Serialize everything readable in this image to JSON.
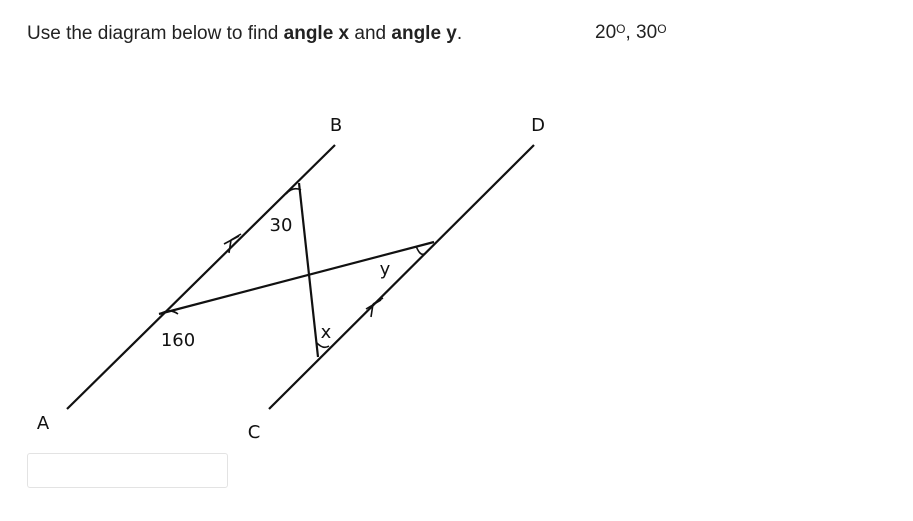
{
  "question": {
    "prefix": "Use the diagram below to find ",
    "angle_x": "angle x",
    "middle": " and ",
    "angle_y": "angle y",
    "suffix": "."
  },
  "answer_note": {
    "value1": "20",
    "sep": ", ",
    "value2": "30",
    "degree_mark": "O"
  },
  "diagram": {
    "points": {
      "A": "A",
      "B": "B",
      "C": "C",
      "D": "D"
    },
    "angles": {
      "obtuse": "160",
      "top": "30",
      "x": "x",
      "y": "y"
    }
  },
  "answer_input": {
    "value": "",
    "placeholder": ""
  }
}
